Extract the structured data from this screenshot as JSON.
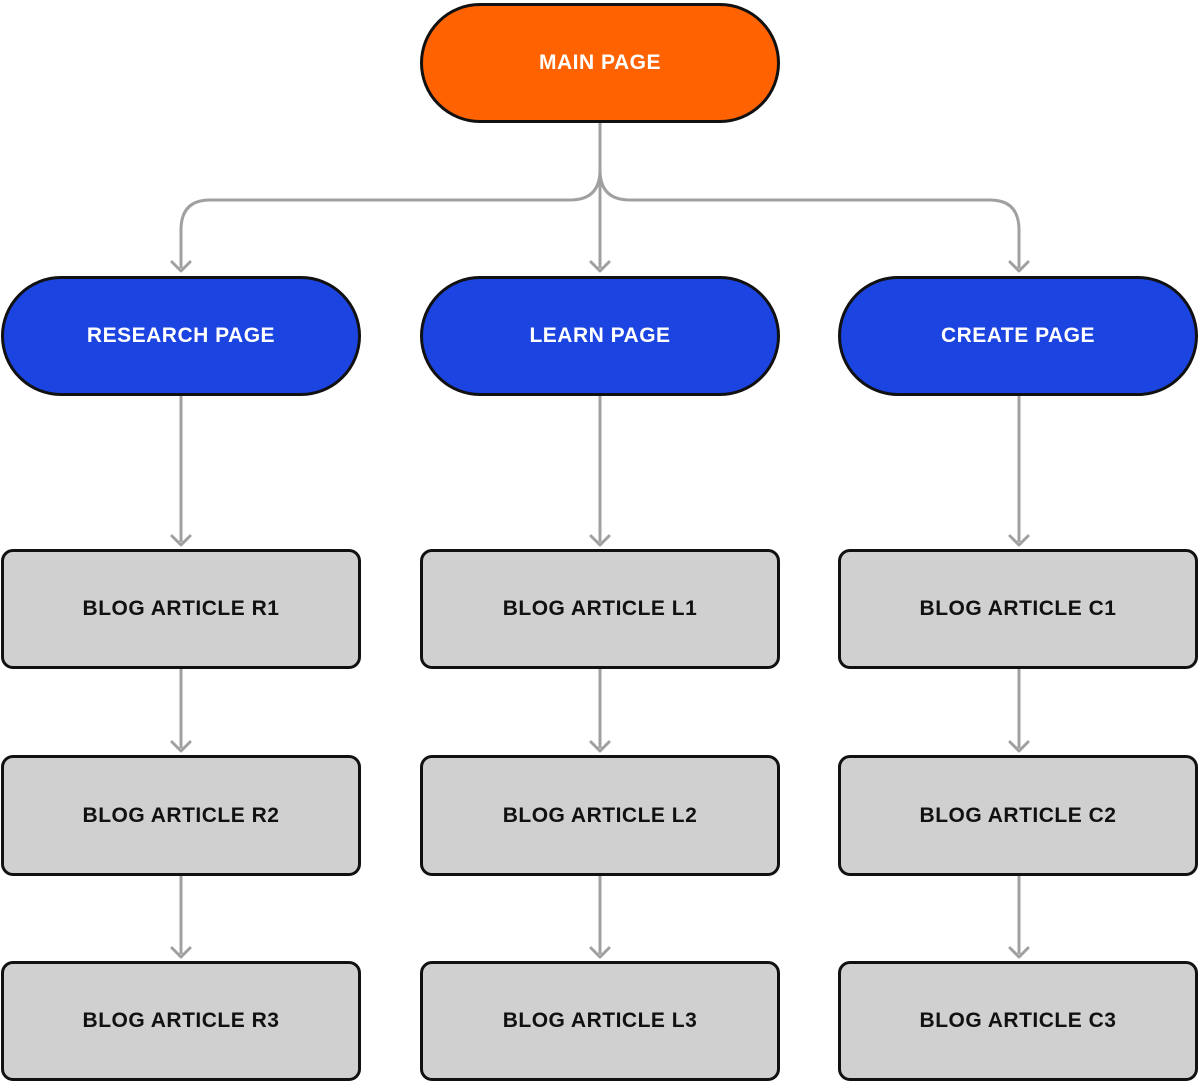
{
  "diagram": {
    "colors": {
      "root": "#FF6200",
      "section": "#1C44E0",
      "article": "#D0D0D0",
      "border": "#111111",
      "connector": "#A0A0A0"
    },
    "root": {
      "label": "MAIN PAGE"
    },
    "sections": [
      {
        "label": "RESEARCH PAGE",
        "articles": [
          "BLOG ARTICLE R1",
          "BLOG ARTICLE R2",
          "BLOG ARTICLE R3"
        ]
      },
      {
        "label": "LEARN PAGE",
        "articles": [
          "BLOG ARTICLE L1",
          "BLOG ARTICLE L2",
          "BLOG ARTICLE L3"
        ]
      },
      {
        "label": "CREATE PAGE",
        "articles": [
          "BLOG ARTICLE C1",
          "BLOG ARTICLE C2",
          "BLOG ARTICLE C3"
        ]
      }
    ]
  }
}
